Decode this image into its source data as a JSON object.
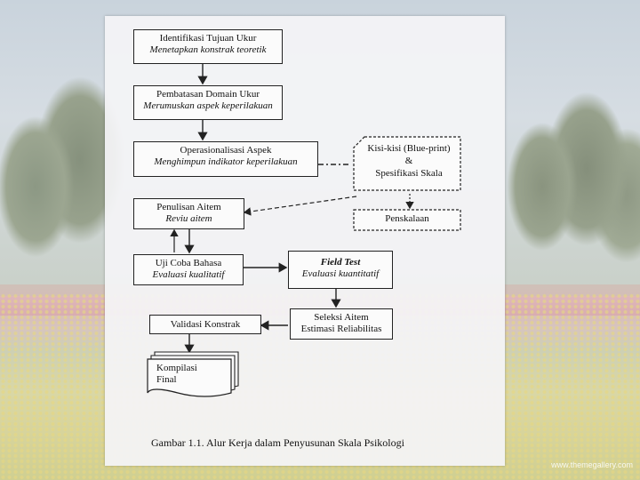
{
  "diagram": {
    "caption": "Gambar 1.1.   Alur Kerja dalam Penyusunan Skala Psikologi",
    "nodes": {
      "identifikasi": {
        "title": "Identifikasi Tujuan Ukur",
        "subtitle": "Menetapkan konstrak teoretik"
      },
      "pembatasan": {
        "title": "Pembatasan Domain Ukur",
        "subtitle": "Merumuskan aspek keperilakuan"
      },
      "operasionalisasi": {
        "title": "Operasionalisasi Aspek",
        "subtitle": "Menghimpun indikator keperilakuan"
      },
      "kisikisi": {
        "line1": "Kisi-kisi (Blue-print)",
        "line2": "&",
        "line3": "Spesifikasi Skala"
      },
      "penskalaan": {
        "title": "Penskalaan"
      },
      "penulisan": {
        "title": "Penulisan Aitem",
        "subtitle": "Reviu aitem"
      },
      "ujicoba": {
        "title": "Uji Coba Bahasa",
        "subtitle": "Evaluasi kualitatif"
      },
      "fieldtest": {
        "title": "Field Test",
        "subtitle": "Evaluasi kuantitatif"
      },
      "seleksi": {
        "title": "Seleksi Aitem",
        "subtitle": "Estimasi Reliabilitas"
      },
      "validasi": {
        "title": "Validasi Konstrak"
      },
      "kompilasi": {
        "line1": "Kompilasi",
        "line2": "Final"
      }
    }
  },
  "watermark": "www.themegallery.com",
  "colors": {
    "box_border": "#222222",
    "page_bg": "#f4f4f6",
    "text": "#111111"
  }
}
